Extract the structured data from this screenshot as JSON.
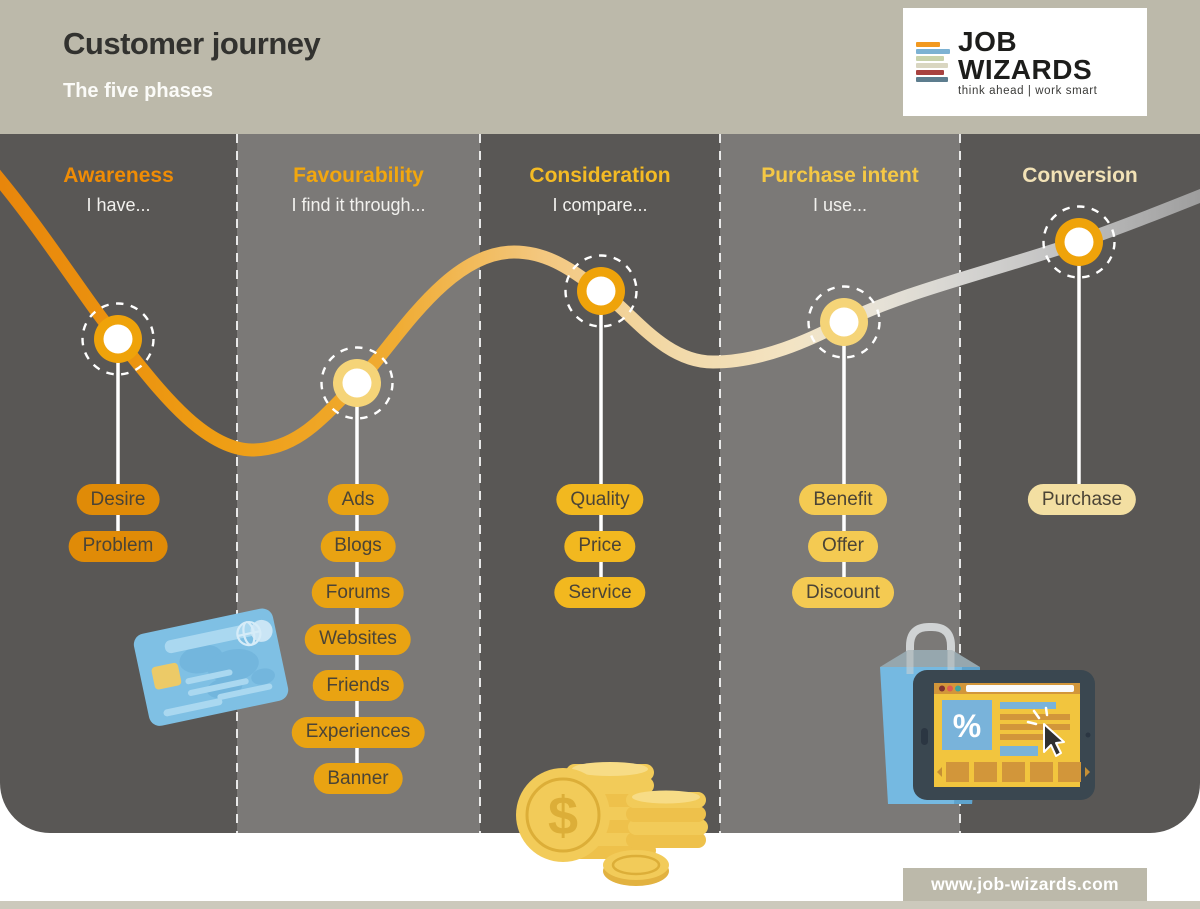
{
  "header": {
    "title": "Customer journey",
    "subtitle": "The five phases"
  },
  "logo": {
    "name": "JOB WIZARDS",
    "tagline": "think ahead | work smart",
    "bar_colors": [
      "#f2991f",
      "#7cb2d3",
      "#c8d2ab",
      "#d9d6c1",
      "#a8423f",
      "#5d7d8e"
    ]
  },
  "phases": [
    {
      "title": "Awareness",
      "subtitle": "I have...",
      "items": [
        "Desire",
        "Problem"
      ]
    },
    {
      "title": "Favourability",
      "subtitle": "I find it through...",
      "items": [
        "Ads",
        "Blogs",
        "Forums",
        "Websites",
        "Friends",
        "Experiences",
        "Banner"
      ]
    },
    {
      "title": "Consideration",
      "subtitle": "I compare...",
      "items": [
        "Quality",
        "Price",
        "Service"
      ]
    },
    {
      "title": "Purchase intent",
      "subtitle": "I use...",
      "items": [
        "Benefit",
        "Offer",
        "Discount"
      ]
    },
    {
      "title": "Conversion",
      "subtitle": "",
      "items": [
        "Purchase"
      ]
    }
  ],
  "footer": {
    "website": "www.job-wizards.com"
  },
  "illustrations": {
    "coin_symbol": "$",
    "tablet_percent": "%"
  },
  "colors": {
    "header_bg": "#bcb9aa",
    "column_dark": "#595755",
    "column_light": "#7b7977",
    "phase_title_colors": [
      "#ef8c05",
      "#f2a70e",
      "#f4bb24",
      "#f5c845",
      "#f2e2b6"
    ],
    "pill_colors": [
      "#e08b07",
      "#e9a312",
      "#f2b81f",
      "#f4ca52",
      "#f3dfa2"
    ],
    "node_ring_colors": [
      "#efa30a",
      "#f5d478",
      "#efa30a",
      "#f5d478",
      "#efa30a"
    ],
    "curve_gradient_start": "#e8860b",
    "curve_gradient_end": "#9e9e9e"
  }
}
